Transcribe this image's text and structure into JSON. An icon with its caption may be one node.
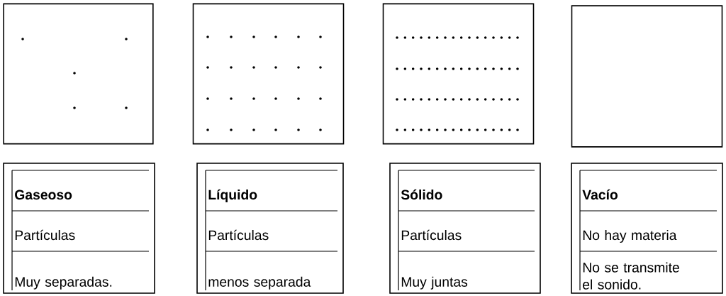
{
  "diagram": {
    "nodes": [
      {
        "text": [],
        "shape": "box"
      },
      {
        "text": [],
        "shape": "box"
      },
      {
        "text": [],
        "shape": "box"
      },
      {
        "text": [],
        "shape": "box"
      },
      {
        "text": [
          "Gaseoso",
          "Partículas",
          "Muy separadas."
        ]
      },
      {
        "text": [
          "Líquido",
          "Partículas",
          "menos separada"
        ]
      },
      {
        "text": [
          "Sólido",
          "Partículas",
          "Muy juntas"
        ]
      },
      {
        "text": [
          "Vacío",
          "No hay materia",
          "No se transmite el sonido."
        ]
      }
    ]
  }
}
